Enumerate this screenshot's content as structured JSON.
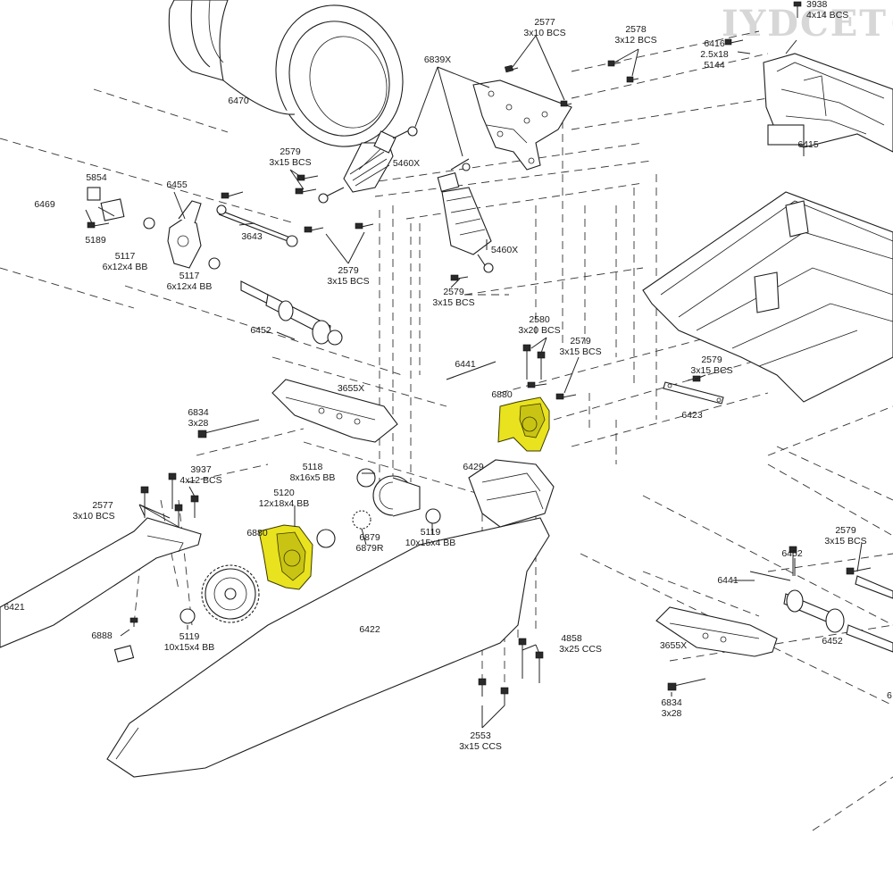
{
  "watermark": "IYDCET®",
  "labels": {
    "p3938": [
      "3938",
      "4x14 BCS"
    ],
    "p6416": [
      "6416",
      "2.5x18",
      "5144"
    ],
    "p2577a": [
      "2577",
      "3x10 BCS"
    ],
    "p2578": [
      "2578",
      "3x12 BCS"
    ],
    "p6839x": [
      "6839X"
    ],
    "p6470": [
      "6470"
    ],
    "p6415": [
      "6415"
    ],
    "p5854": [
      "5854"
    ],
    "p6469": [
      "6469"
    ],
    "p6455": [
      "6455"
    ],
    "p2579a": [
      "2579",
      "3x15 BCS"
    ],
    "p5460xa": [
      "5460X"
    ],
    "p5189": [
      "5189"
    ],
    "p5117a": [
      "5117",
      "6x12x4 BB"
    ],
    "p3643": [
      "3643"
    ],
    "p5460xb": [
      "5460X"
    ],
    "p5117b": [
      "5117",
      "6x12x4 BB"
    ],
    "p2579b": [
      "2579",
      "3x15 BCS"
    ],
    "p2579c": [
      "2579",
      "3x15 BCS"
    ],
    "p6452a": [
      "6452"
    ],
    "p2580": [
      "2580",
      "3x20 BCS"
    ],
    "p2579d": [
      "2579",
      "3x15 BCS"
    ],
    "p6441a": [
      "6441"
    ],
    "p2579e": [
      "2579",
      "3x15 BCS"
    ],
    "p3655xa": [
      "3655X"
    ],
    "p6880a": [
      "6880"
    ],
    "p6834a": [
      "6834",
      "3x28"
    ],
    "p6423": [
      "6423"
    ],
    "p3937": [
      "3937",
      "4x12 BCS"
    ],
    "p5118": [
      "5118",
      "8x16x5 BB"
    ],
    "p6429": [
      "6429"
    ],
    "p2577b": [
      "2577",
      "3x10 BCS"
    ],
    "p5120": [
      "5120",
      "12x18x4 BB"
    ],
    "p6880b": [
      "6880"
    ],
    "p6879": [
      "6879",
      "6879R"
    ],
    "p5119a": [
      "5119",
      "10x15x4 BB"
    ],
    "p2579f": [
      "2579",
      "3x15 BCS"
    ],
    "p6452b": [
      "6452"
    ],
    "p6421": [
      "6421"
    ],
    "p6441b": [
      "6441"
    ],
    "p6888": [
      "6888"
    ],
    "p5119b": [
      "5119",
      "10x15x4 BB"
    ],
    "p6422": [
      "6422"
    ],
    "p4858": [
      "4858",
      "3x25 CCS"
    ],
    "p3655xb": [
      "3655X"
    ],
    "p6452c": [
      "6452"
    ],
    "p6834b": [
      "6834",
      "3x28"
    ],
    "p6edge": [
      "6"
    ],
    "p2553": [
      "2553",
      "3x15 CCS"
    ]
  },
  "colors": {
    "highlight": "#e9e21e",
    "line": "#222222",
    "background": "#ffffff"
  }
}
